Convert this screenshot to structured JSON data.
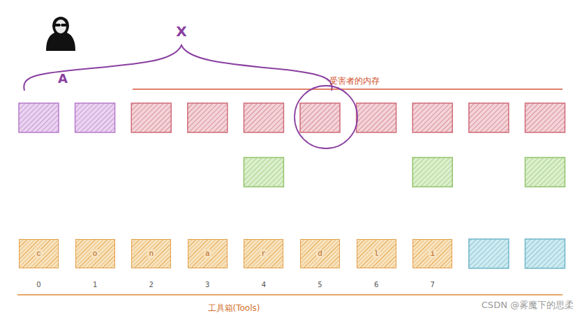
{
  "diagram": {
    "nodes": [
      {
        "text": [
          "c"
        ]
      },
      {
        "text": [
          "o"
        ]
      },
      {
        "text": [
          "n"
        ]
      },
      {
        "text": [
          "a"
        ]
      },
      {
        "text": [
          "r"
        ]
      },
      {
        "text": [
          "d"
        ]
      },
      {
        "text": [
          "l"
        ]
      },
      {
        "text": [
          "i"
        ]
      }
    ],
    "labels": [
      "X",
      "A",
      "受害者的内存",
      "0",
      "1",
      "2",
      "3",
      "4",
      "5",
      "6",
      "7",
      "工具箱(Tools)",
      "CSDN @雾魔下的思柔"
    ]
  }
}
